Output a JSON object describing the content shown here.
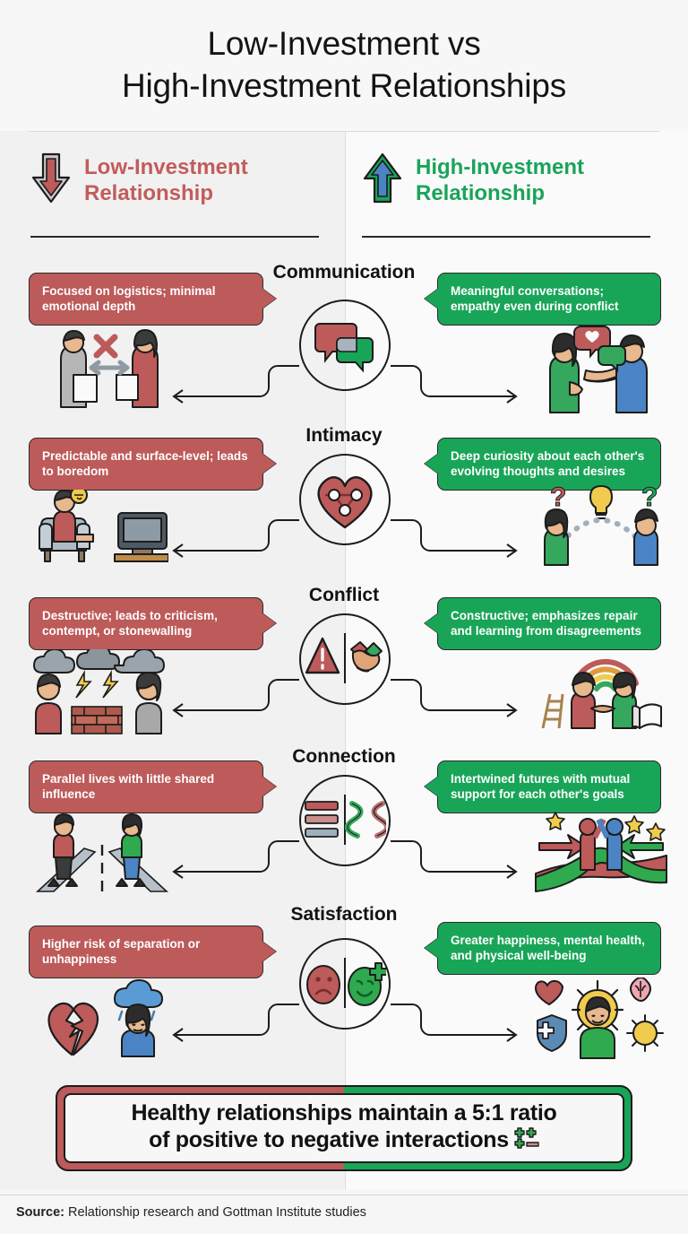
{
  "title": {
    "line1": "Low-Investment vs",
    "line2": "High-Investment Relationships"
  },
  "colors": {
    "negative": "#bd5a5a",
    "positive": "#19a558",
    "negative_text": "#c35c5c",
    "positive_text": "#1aa45a",
    "ink": "#1c1c1c",
    "background": "#f6f6f6"
  },
  "columns": {
    "left": {
      "label": "Low-Investment\nRelationship",
      "label_line1": "Low-Investment",
      "label_line2": "Relationship",
      "icon": "arrow-down-icon"
    },
    "right": {
      "label": "High-Investment\nRelationship",
      "label_line1": "High-Investment",
      "label_line2": "Relationship",
      "icon": "arrow-up-icon"
    }
  },
  "rows": [
    {
      "category": "Communication",
      "center_icon": "speech-bubbles-icon",
      "negative": "Focused on logistics; minimal emotional depth",
      "positive": "Meaningful conversations; empathy even during conflict",
      "negative_illustration": "two-people-with-papers-crossed-out-icon",
      "positive_illustration": "couple-empathy-heart-bubble-icon"
    },
    {
      "category": "Intimacy",
      "center_icon": "heart-network-icon",
      "negative": "Predictable and surface-level; leads to boredom",
      "positive": "Deep curiosity about each other's evolving thoughts and desires",
      "negative_illustration": "bored-person-watching-tv-icon",
      "positive_illustration": "curious-couple-questions-lightbulb-icon"
    },
    {
      "category": "Conflict",
      "center_icon": "warning-handshake-icon",
      "negative": "Destructive; leads to criticism, contempt, or stonewalling",
      "positive": "Constructive; emphasizes repair and learning from disagreements",
      "negative_illustration": "arguing-couple-storm-wall-icon",
      "positive_illustration": "repairing-couple-rainbow-ladder-icon"
    },
    {
      "category": "Connection",
      "center_icon": "parallel-lines-vs-intertwined-icon",
      "negative": "Parallel lives with little shared influence",
      "positive": "Intertwined futures with mutual support for each other's goals",
      "negative_illustration": "two-people-diverging-paths-icon",
      "positive_illustration": "couple-merged-path-stars-icon"
    },
    {
      "category": "Satisfaction",
      "center_icon": "sad-face-happy-face-icon",
      "negative": "Higher risk of separation or unhappiness",
      "positive": "Greater happiness, mental health, and physical well-being",
      "negative_illustration": "broken-heart-rain-cloud-icon",
      "positive_illustration": "well-being-person-heart-brain-sun-icon"
    }
  ],
  "banner": {
    "line1": "Healthy relationships maintain a 5:1 ratio",
    "line2": "of positive to negative interactions",
    "icon": "plus-minus-icon"
  },
  "footer": {
    "label": "Source:",
    "text": " Relationship research and Gottman Institute studies"
  }
}
